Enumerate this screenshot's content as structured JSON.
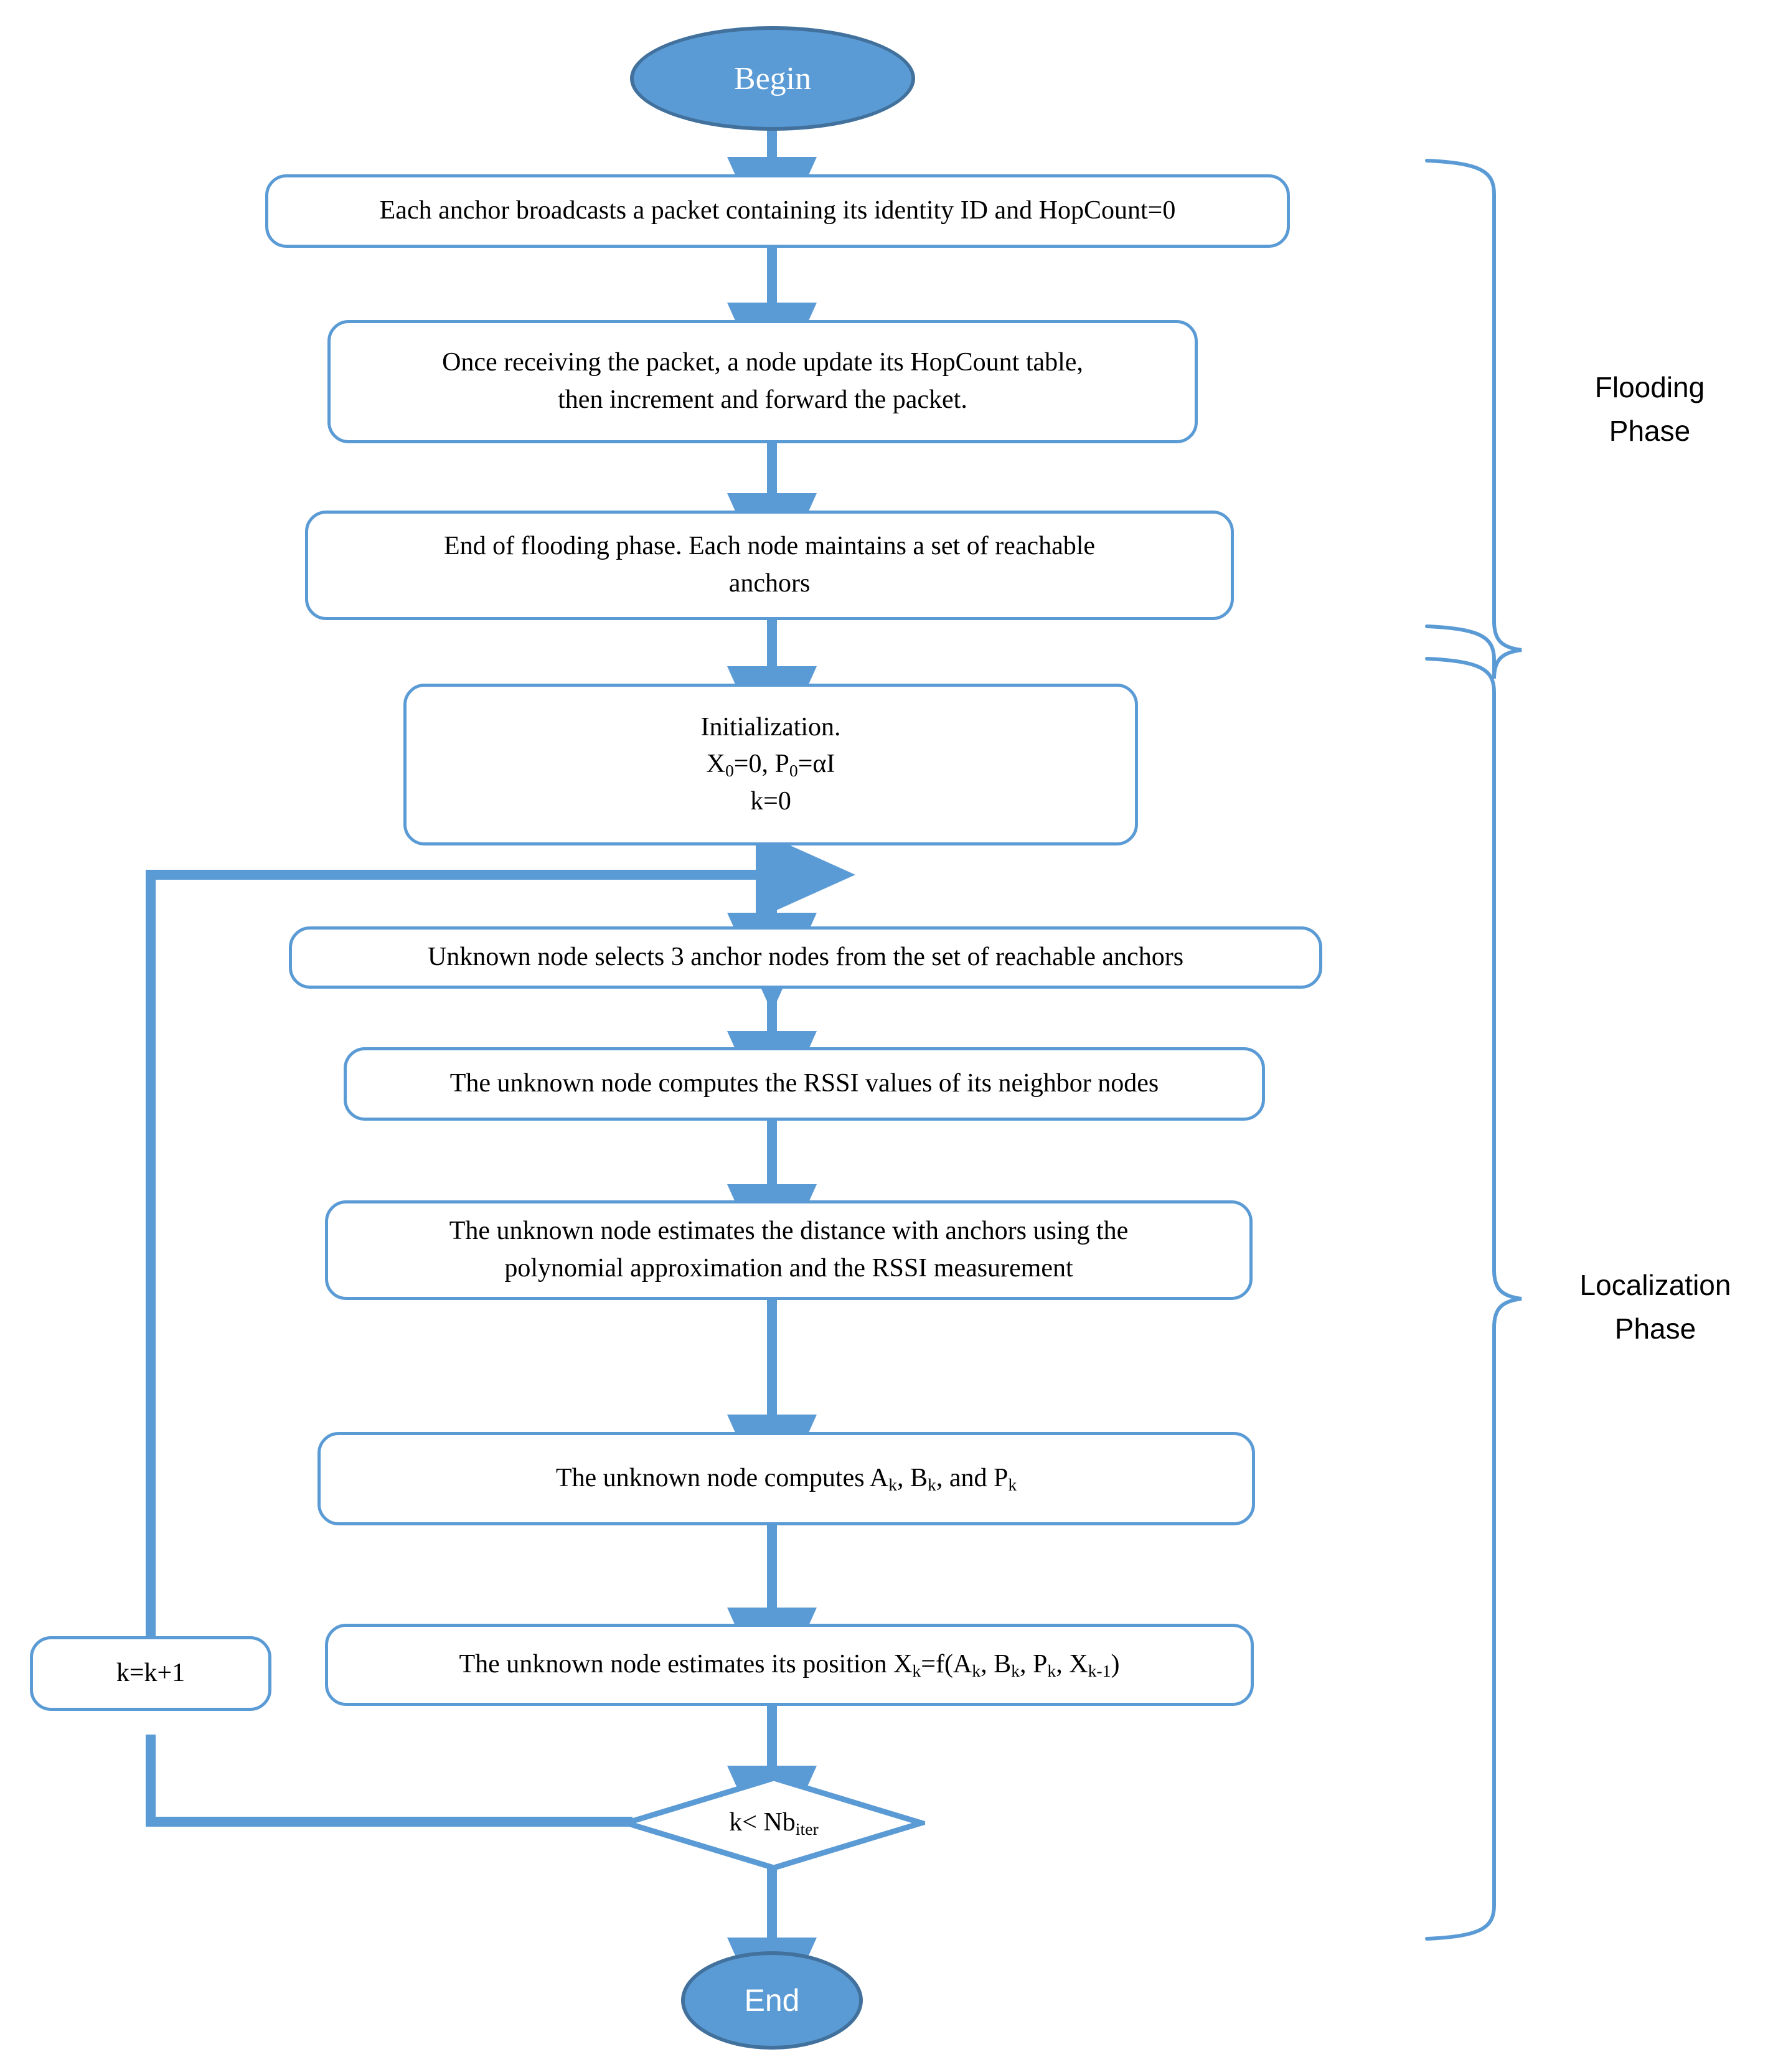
{
  "diagram": {
    "type": "flowchart",
    "title": "RSSI based localization flowchart",
    "colors": {
      "edge": "#5B9BD5",
      "node_border": "#5B9BD5",
      "terminator_fill": "#5B9BD5",
      "terminator_border": "#41719C",
      "text": "#000000",
      "terminator_text": "#FFFFFF",
      "background": "#FFFFFF"
    }
  },
  "nodes": {
    "begin": {
      "label": "Begin",
      "shape": "ellipse"
    },
    "broadcast": {
      "label": "Each anchor broadcasts a packet containing its identity ID and HopCount=0",
      "shape": "rounded-rect"
    },
    "receive": {
      "line1": "Once receiving the packet, a node update its HopCount table,",
      "line2": "then increment and forward the packet.",
      "shape": "rounded-rect"
    },
    "endflood": {
      "line1": "End of flooding phase. Each node maintains a set of reachable",
      "line2": "anchors",
      "shape": "rounded-rect"
    },
    "init": {
      "line1": "Initialization.",
      "line2_pre": "X",
      "line2_sub1": "0",
      "line2_mid": "=0, P",
      "line2_sub2": "0",
      "line2_post": "=αI",
      "line3": "k=0",
      "shape": "rounded-rect"
    },
    "select": {
      "label": "Unknown node selects 3 anchor nodes from the set of reachable anchors",
      "shape": "rounded-rect"
    },
    "rssi": {
      "label": "The unknown node computes the RSSI values of its neighbor nodes",
      "shape": "rounded-rect"
    },
    "distance": {
      "line1": "The unknown node estimates the distance with anchors using the",
      "line2": "polynomial approximation and the RSSI measurement",
      "shape": "rounded-rect"
    },
    "computeabp": {
      "pre": "The unknown node computes A",
      "sub1": "k",
      "mid1": ", B",
      "sub2": "k",
      "mid2": ", and P",
      "sub3": "k",
      "shape": "rounded-rect"
    },
    "position": {
      "pre": "The unknown node estimates its position X",
      "sub1": "k",
      "mid1": "=f(A",
      "sub2": "k",
      "mid2": ", B",
      "sub3": "k",
      "mid3": ", P",
      "sub4": "k",
      "mid4": ", X",
      "sub5": "k-1",
      "post": ")",
      "shape": "rounded-rect"
    },
    "increment": {
      "label": "k=k+1",
      "shape": "rounded-rect"
    },
    "decision": {
      "pre": "k< Nb",
      "sub": "iter",
      "shape": "diamond"
    },
    "end": {
      "label": "End",
      "shape": "ellipse"
    }
  },
  "phases": [
    {
      "id": "flooding",
      "line1": "Flooding",
      "line2": "Phase"
    },
    {
      "id": "localization",
      "line1": "Localization",
      "line2": "Phase"
    }
  ],
  "edges": [
    {
      "from": "begin",
      "to": "broadcast"
    },
    {
      "from": "broadcast",
      "to": "receive"
    },
    {
      "from": "receive",
      "to": "endflood"
    },
    {
      "from": "endflood",
      "to": "init"
    },
    {
      "from": "init",
      "to": "select"
    },
    {
      "from": "select",
      "to": "rssi"
    },
    {
      "from": "rssi",
      "to": "distance"
    },
    {
      "from": "distance",
      "to": "computeabp"
    },
    {
      "from": "computeabp",
      "to": "position"
    },
    {
      "from": "position",
      "to": "decision"
    },
    {
      "from": "decision",
      "to": "increment"
    },
    {
      "from": "increment",
      "to": "select"
    },
    {
      "from": "decision",
      "to": "end"
    }
  ]
}
